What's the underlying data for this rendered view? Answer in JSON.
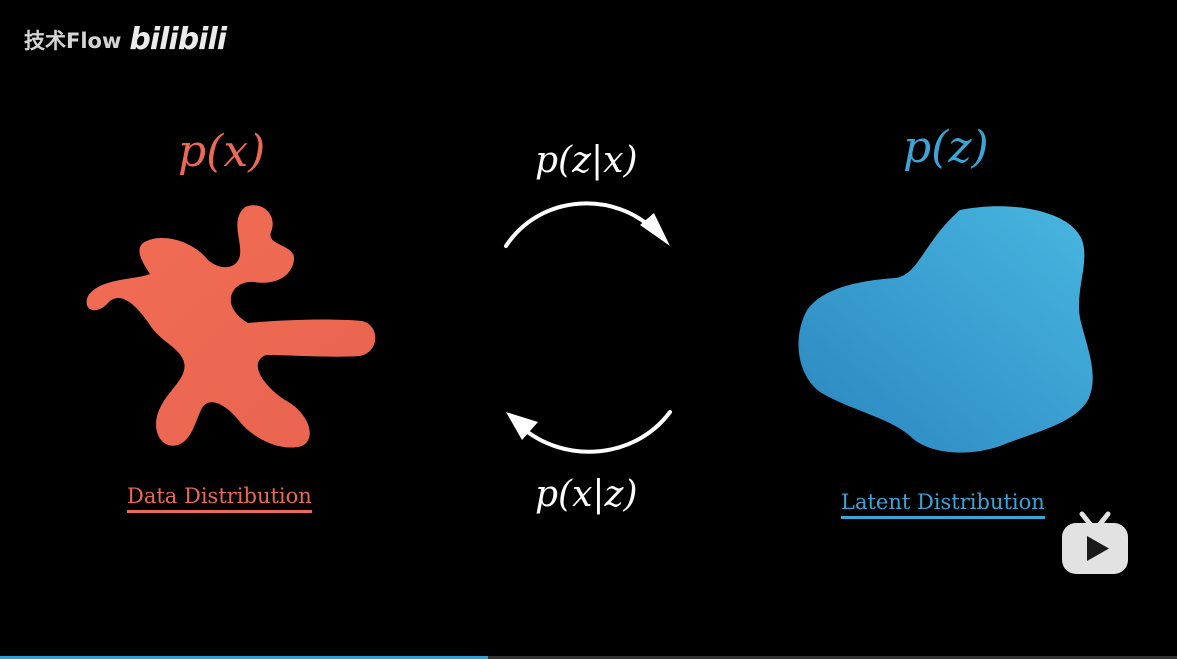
{
  "watermark": {
    "channel": "技术Flow",
    "logo": "bilibili"
  },
  "labels": {
    "data_formula": "p(x)",
    "latent_formula": "p(z)",
    "encoder_formula": "p(z|x)",
    "decoder_formula": "p(x|z)",
    "data_caption": "Data Distribution",
    "latent_caption": "Latent Distribution"
  },
  "colors": {
    "data": "#ec6a55",
    "latent": "#3aa5d6",
    "arrow": "#ffffff",
    "background": "#000000"
  },
  "icons": {
    "player_badge": "tv-play-icon"
  },
  "player": {
    "progress": 0.415
  }
}
